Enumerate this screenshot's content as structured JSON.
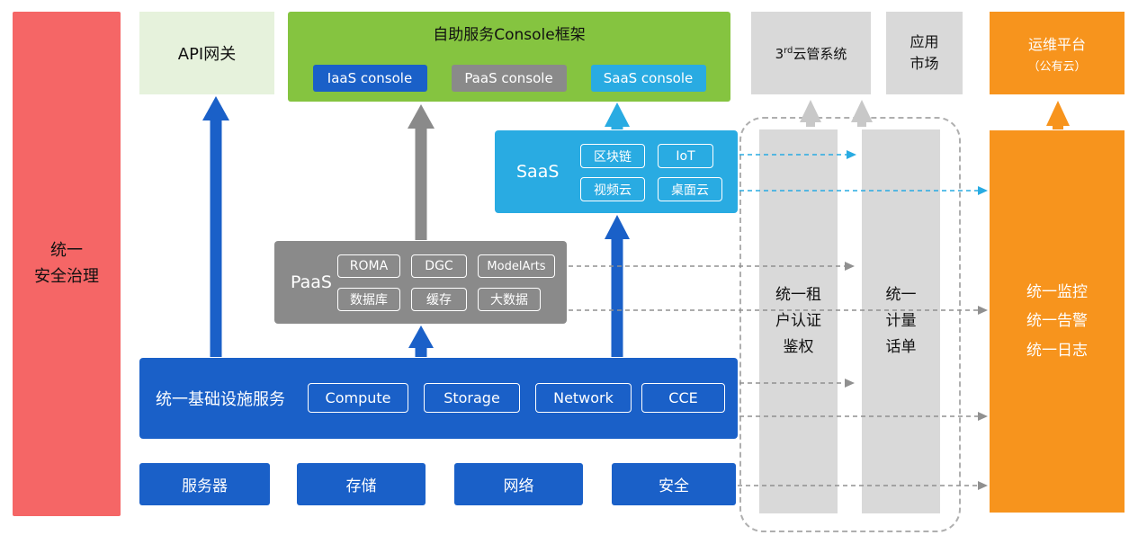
{
  "colors": {
    "blue": "#1A60C8",
    "cyan": "#29ABE2",
    "green": "#85C440",
    "light_green": "#E6F2DC",
    "gray": "#8A8A8A",
    "light_gray": "#D9D9D9",
    "orange": "#F7941D",
    "red": "#F56666"
  },
  "security_bar": {
    "label": "统一\n安全治理"
  },
  "api_gateway": {
    "label": "API网关"
  },
  "console_framework": {
    "title": "自助服务Console框架",
    "consoles": [
      {
        "label": "IaaS console"
      },
      {
        "label": "PaaS console"
      },
      {
        "label": "SaaS console"
      }
    ]
  },
  "third_party_cms": {
    "prefix": "3",
    "sup": "rd",
    "suffix": "云管系统"
  },
  "app_market": {
    "label": "应用\n市场"
  },
  "om_platform": {
    "line1": "运维平台",
    "line2": "（公有云）"
  },
  "saas": {
    "label": "SaaS",
    "items": [
      "区块链",
      "IoT",
      "视频云",
      "桌面云"
    ]
  },
  "paas": {
    "label": "PaaS",
    "items": [
      "ROMA",
      "DGC",
      "ModelArts",
      "数据库",
      "缓存",
      "大数据"
    ]
  },
  "infrastructure": {
    "label": "统一基础设施服务",
    "items": [
      "Compute",
      "Storage",
      "Network",
      "CCE"
    ]
  },
  "hardware": {
    "items": [
      "服务器",
      "存储",
      "网络",
      "安全"
    ]
  },
  "pipelines": {
    "auth": "统一租\n户认证\n鉴权",
    "metering": "统一\n计量\n话单",
    "monitoring": "统一监控\n统一告警\n统一日志"
  }
}
